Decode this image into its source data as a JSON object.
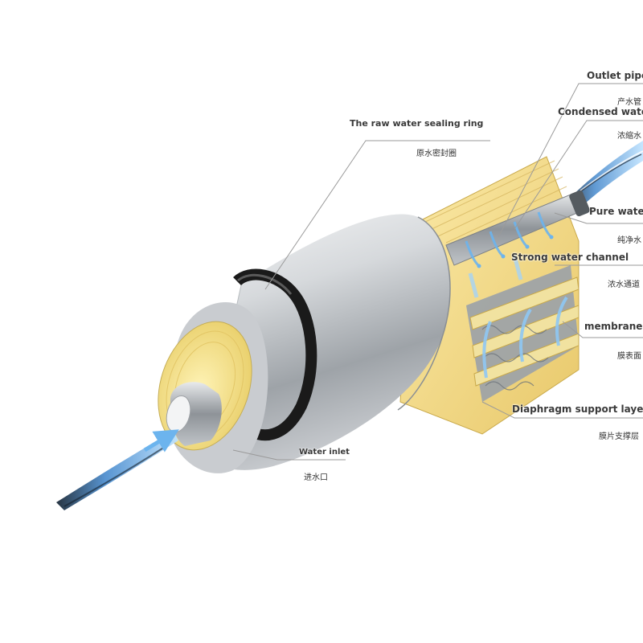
{
  "labels": {
    "outlet_pipe": {
      "en": "Outlet pipe",
      "cn": "产水管"
    },
    "condensed_water": {
      "en": "Condensed water",
      "cn": "浓缩水"
    },
    "raw_water_sealing_ring": {
      "en": "The raw water sealing ring",
      "cn": "原水密封圈"
    },
    "pure_water": {
      "en": "Pure water",
      "cn": "纯净水"
    },
    "strong_water_channel": {
      "en": "Strong water channel",
      "cn": "浓水通道"
    },
    "membrane": {
      "en": "membrane",
      "cn": "膜表面"
    },
    "diaphragm_support_layer": {
      "en": "Diaphragm support layer",
      "cn": "膜片支撑层"
    },
    "water_inlet": {
      "en": "Water inlet",
      "cn": "进水口"
    }
  },
  "colors": {
    "membrane_yellow": "#f4dc8a",
    "housing_silver": "#c8ccd0",
    "seal_ring": "#1a1a1a",
    "water_blue": "#5aa9e6",
    "leader_line": "#9a9a9a"
  },
  "icons": [
    "water-stream-icon",
    "flow-arrow-icon"
  ]
}
